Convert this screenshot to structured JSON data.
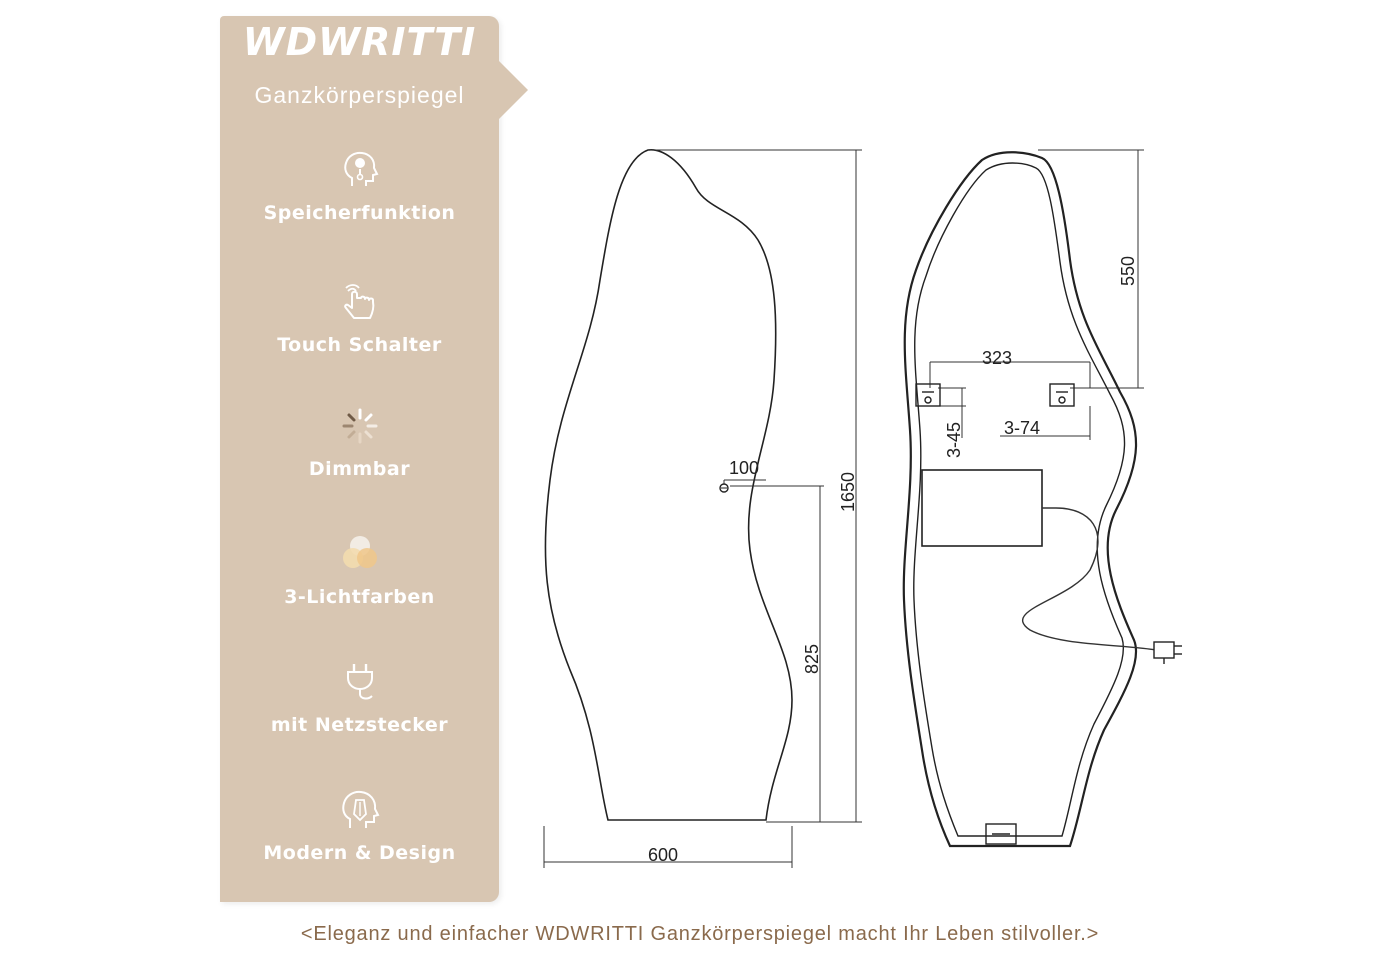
{
  "brand": {
    "name": "WDWRITTI",
    "subtitle": "Ganzkörperspiegel"
  },
  "features": [
    {
      "label": "Speicherfunktion",
      "icon": "memory-head-icon"
    },
    {
      "label": "Touch Schalter",
      "icon": "touch-hand-icon"
    },
    {
      "label": "Dimmbar",
      "icon": "dimmer-spinner-icon"
    },
    {
      "label": "3-Lichtfarben",
      "icon": "light-colors-icon"
    },
    {
      "label": "mit Netzstecker",
      "icon": "plug-icon"
    },
    {
      "label": "Modern & Design",
      "icon": "design-head-icon"
    }
  ],
  "diagram": {
    "front": {
      "width": "600",
      "height": "1650",
      "hook_offset": "100",
      "hook_height": "825"
    },
    "back": {
      "top_to_bracket": "550",
      "bracket_spacing": "323",
      "bracket_depth": "3-45",
      "bracket_gap": "3-74"
    }
  },
  "tagline": "<Eleganz und einfacher WDWRITTI Ganzkörperspiegel macht Ihr Leben stilvoller.>",
  "colors": {
    "sidebar": "#d8c6b2",
    "tagline": "#8a6a4c",
    "line": "#222222"
  }
}
